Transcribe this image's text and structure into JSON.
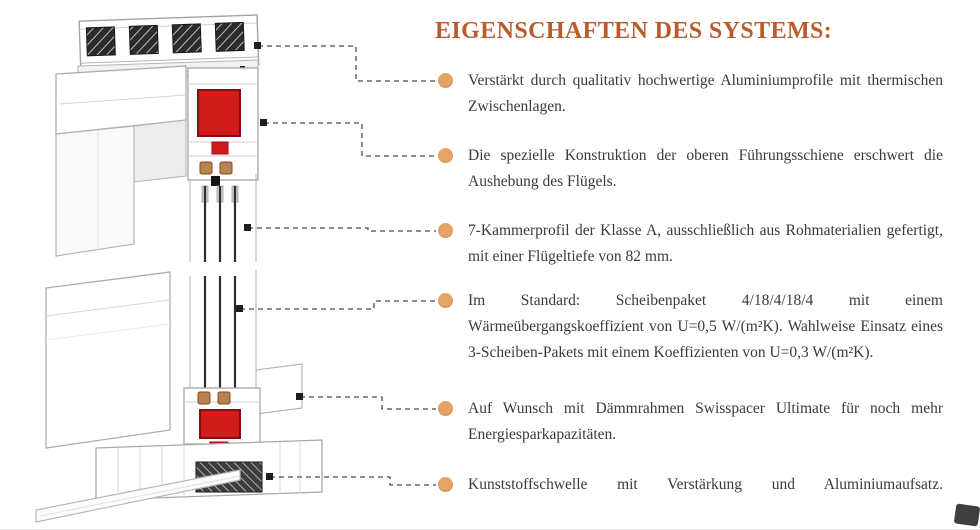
{
  "page": {
    "title": "EIGENSCHAFTEN DES SYSTEMS:"
  },
  "features": [
    {
      "text": "Verstärkt durch qualitativ hochwertige Aluminiumprofile mit thermischen Zwischenlagen."
    },
    {
      "text": "Die spezielle Konstruktion der oberen Führungsschiene erschwert die Aushebung des Flügels."
    },
    {
      "text": "7-Kammerprofil der Klasse A, ausschließlich aus Rohmaterialien gefertigt, mit einer Flügeltiefe von 82 mm."
    },
    {
      "text": "Im Standard: Scheibenpaket 4/18/4/18/4 mit einem Wärmeübergangskoeffizient von U=0,5 W/(m²K). Wahlweise Einsatz eines 3-Scheiben-Pakets mit einem Koeffizienten von U=0,3 W/(m²K)."
    },
    {
      "text": "Auf Wunsch mit Dämmrahmen Swisspacer Ultimate für noch mehr Energiesparkapazitäten."
    },
    {
      "text": "Kunststoffschwelle mit Verstärkung und Aluminiumaufsatz."
    }
  ],
  "diagram": {
    "icons": [
      {
        "name": "aluminium-insert-hatch-icon"
      },
      {
        "name": "steel-reinforcement-icon"
      },
      {
        "name": "triple-glazing-icon"
      },
      {
        "name": "threshold-aluminium-cap-icon"
      },
      {
        "name": "bullet-dot-icon"
      }
    ]
  },
  "colors": {
    "title-color": "#b85c2c",
    "bullet-color": "#e5a366",
    "text-color": "#3a3a3a",
    "accent-red": "#d11c1c",
    "line-color": "#4a4a4a"
  }
}
